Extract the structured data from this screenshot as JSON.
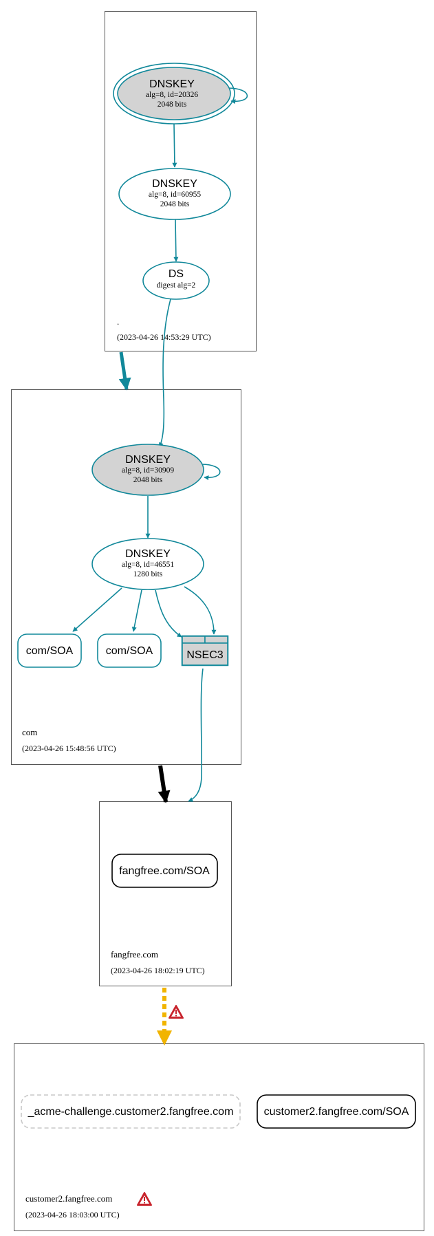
{
  "zones": {
    "root": {
      "name": ".",
      "timestamp": "(2023-04-26 14:53:29 UTC)"
    },
    "com": {
      "name": "com",
      "timestamp": "(2023-04-26 15:48:56 UTC)"
    },
    "fangfree": {
      "name": "fangfree.com",
      "timestamp": "(2023-04-26 18:02:19 UTC)"
    },
    "customer2": {
      "name": "customer2.fangfree.com",
      "timestamp": "(2023-04-26 18:03:00 UTC)"
    }
  },
  "nodes": {
    "root_ksk": {
      "title": "DNSKEY",
      "line1": "alg=8, id=20326",
      "line2": "2048 bits"
    },
    "root_zsk": {
      "title": "DNSKEY",
      "line1": "alg=8, id=60955",
      "line2": "2048 bits"
    },
    "com_ds": {
      "title": "DS",
      "line1": "digest alg=2"
    },
    "com_ksk": {
      "title": "DNSKEY",
      "line1": "alg=8, id=30909",
      "line2": "2048 bits"
    },
    "com_zsk": {
      "title": "DNSKEY",
      "line1": "alg=8, id=46551",
      "line2": "1280 bits"
    },
    "com_soa_1": {
      "label": "com/SOA"
    },
    "com_soa_2": {
      "label": "com/SOA"
    },
    "nsec3": {
      "label": "NSEC3"
    },
    "fangfree_soa": {
      "label": "fangfree.com/SOA"
    },
    "acme": {
      "label": "_acme-challenge.customer2.fangfree.com"
    },
    "customer2_soa": {
      "label": "customer2.fangfree.com/SOA"
    }
  },
  "colors": {
    "teal": "#11889a",
    "black": "#000000",
    "warning_yellow": "#f1b400",
    "warning_red": "#c8232c",
    "node_fill_gray": "#d3d3d3",
    "dashed_gray": "#c8c8c8"
  }
}
